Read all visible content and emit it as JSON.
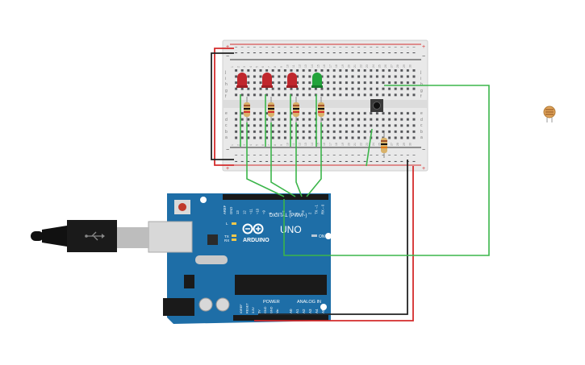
{
  "breadboard": {
    "col_labels": [
      "1",
      "2",
      "3",
      "4",
      "5",
      "6",
      "7",
      "8",
      "9",
      "10",
      "11",
      "12",
      "13",
      "14",
      "15",
      "16",
      "17",
      "18",
      "19",
      "20",
      "21",
      "22",
      "23",
      "24",
      "25",
      "26",
      "27",
      "28",
      "29",
      "30"
    ],
    "row_labels_top": [
      "j",
      "i",
      "h",
      "g",
      "f"
    ],
    "row_labels_bottom": [
      "e",
      "d",
      "c",
      "b",
      "a"
    ],
    "rail_plus": "+",
    "rail_minus": "−"
  },
  "components": {
    "leds": [
      {
        "color": "red",
        "hex": "#c0272d"
      },
      {
        "color": "red",
        "hex": "#c0272d"
      },
      {
        "color": "red",
        "hex": "#c0272d"
      },
      {
        "color": "green",
        "hex": "#22a33a"
      }
    ],
    "photoresistor": "photoresistor-icon",
    "pushbutton": "pushbutton-icon"
  },
  "arduino": {
    "brand": "ARDUINO",
    "model": "UNO",
    "digital_label": "DIGITAL (PWM~)",
    "power_label": "POWER",
    "analog_label": "ANALOG IN",
    "on_label": "ON",
    "tx_label": "TX",
    "rx_label": "RX",
    "l_label": "L",
    "digital_pins": [
      "AREF",
      "GND",
      "13",
      "12",
      "~11",
      "~10",
      "~9",
      "8",
      "7",
      "~6",
      "~5",
      "4",
      "~3",
      "2",
      "TX→1",
      "RX←0"
    ],
    "power_pins": [
      "IOREF",
      "RESET",
      "3.3V",
      "5V",
      "GND",
      "GND",
      "Vin"
    ],
    "analog_pins": [
      "A0",
      "A1",
      "A2",
      "A3",
      "A4",
      "A5"
    ]
  },
  "colors": {
    "board_blue": "#1e6ea7",
    "wire_green": "#3bb54a",
    "wire_red": "#d42b2b",
    "wire_black": "#222222"
  }
}
